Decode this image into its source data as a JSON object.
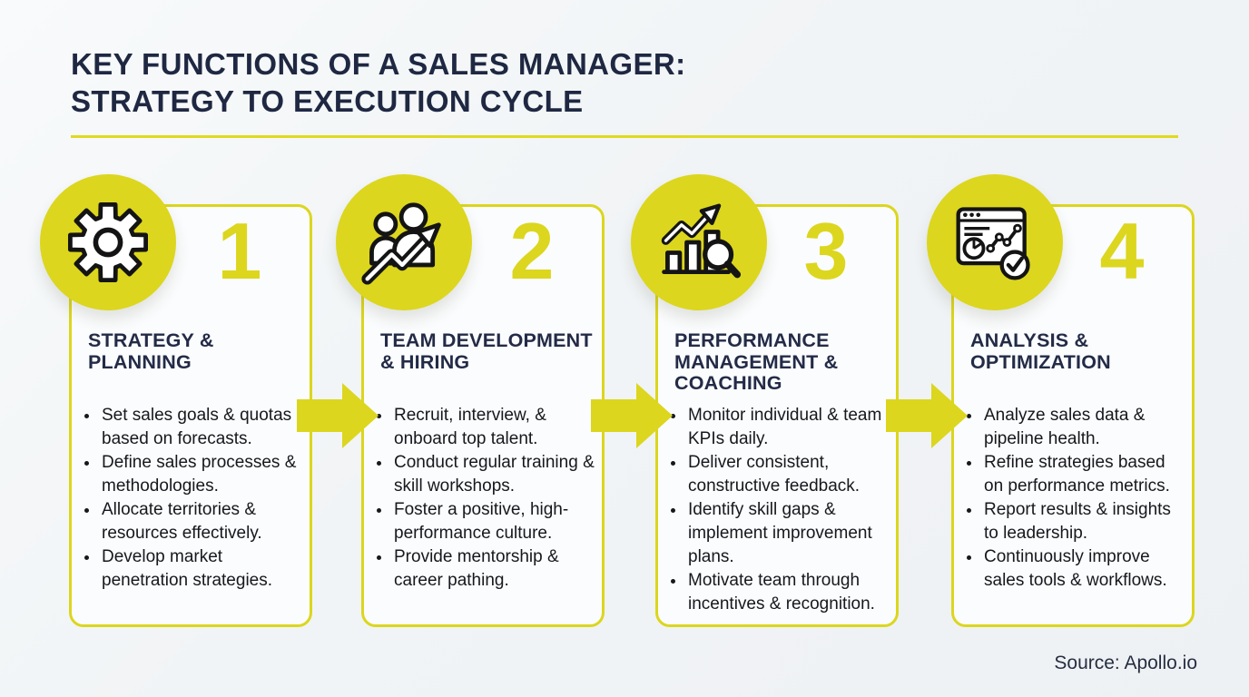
{
  "header": {
    "title": "KEY FUNCTIONS OF A SALES MANAGER:\nSTRATEGY TO EXECUTION CYCLE"
  },
  "footer": {
    "source": "Source: Apollo.io"
  },
  "colors": {
    "accent_yellow": "#DCD61E",
    "heading_navy": "#1F2842",
    "card_title_navy": "#232B47",
    "body_text": "#16181D",
    "background": "#F1F4F6",
    "card_background": "#FBFCFD",
    "icon_outline": "#141414"
  },
  "cards": [
    {
      "number": "1",
      "icon": "gear-icon",
      "title": "STRATEGY &\nPLANNING",
      "bullets": [
        "Set sales goals & quotas based on forecasts.",
        "Define sales processes & methodologies.",
        "Allocate territories & resources effectively.",
        "Develop market penetration strategies."
      ]
    },
    {
      "number": "2",
      "icon": "team-growth-icon",
      "title": "TEAM DEVELOPMENT\n& HIRING",
      "bullets": [
        "Recruit, interview, & onboard top talent.",
        "Conduct regular training & skill workshops.",
        "Foster a positive, high-performance culture.",
        "Provide mentorship & career pathing."
      ]
    },
    {
      "number": "3",
      "icon": "performance-chart-magnifier-icon",
      "title": "PERFORMANCE\nMANAGEMENT &\nCOACHING",
      "bullets": [
        "Monitor individual & team KPIs daily.",
        "Deliver consistent, constructive feedback.",
        "Identify skill gaps & implement improvement plans.",
        "Motivate team through incentives & recognition."
      ]
    },
    {
      "number": "4",
      "icon": "dashboard-check-icon",
      "title": "ANALYSIS &\nOPTIMIZATION",
      "bullets": [
        "Analyze sales data & pipeline health.",
        "Refine strategies based on performance metrics.",
        "Report results & insights to leadership.",
        "Continuously improve sales tools & workflows."
      ]
    }
  ],
  "connectors": [
    "arrow-right",
    "arrow-right",
    "arrow-right"
  ]
}
